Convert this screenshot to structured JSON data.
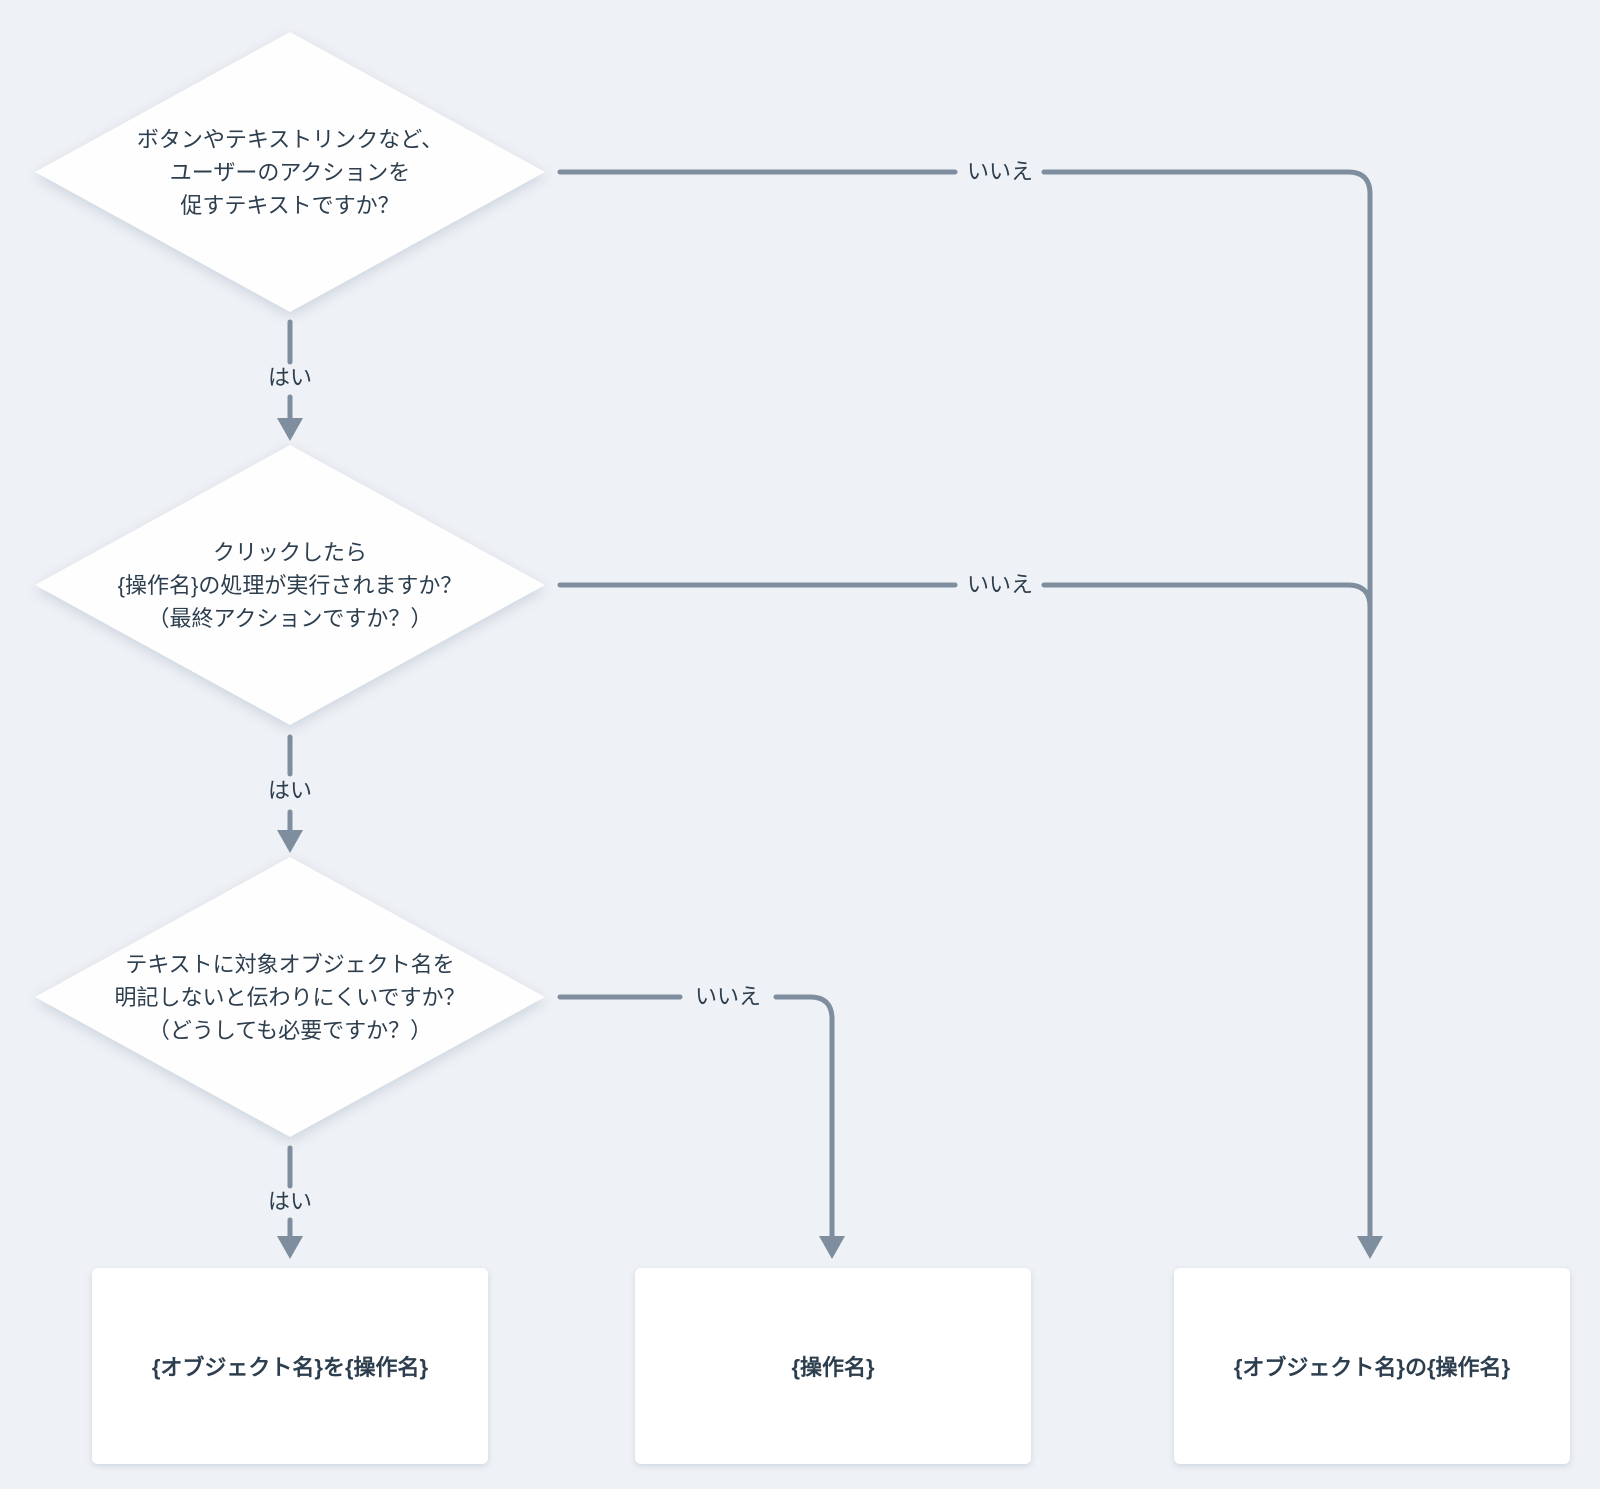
{
  "flowchart": {
    "colors": {
      "background": "#eef1f5",
      "node_fill": "#ffffff",
      "connector": "#7f8e9e",
      "text": "#2d3e4e"
    },
    "labels": {
      "yes": "はい",
      "no": "いいえ"
    },
    "decisions": [
      {
        "question": "ボタンやテキストリンクなど、\nユーザーのアクションを\n促すテキストですか？"
      },
      {
        "question": "クリックしたら\n{操作名}の処理が実行されますか？\n（最終アクションですか？）"
      },
      {
        "question": "テキストに対象オブジェクト名を\n明記しないと伝わりにくいですか？\n（どうしても必要ですか？）"
      }
    ],
    "results": [
      {
        "label": "{オブジェクト名}を{操作名}"
      },
      {
        "label": "{操作名}"
      },
      {
        "label": "{オブジェクト名}の{操作名}"
      }
    ]
  }
}
